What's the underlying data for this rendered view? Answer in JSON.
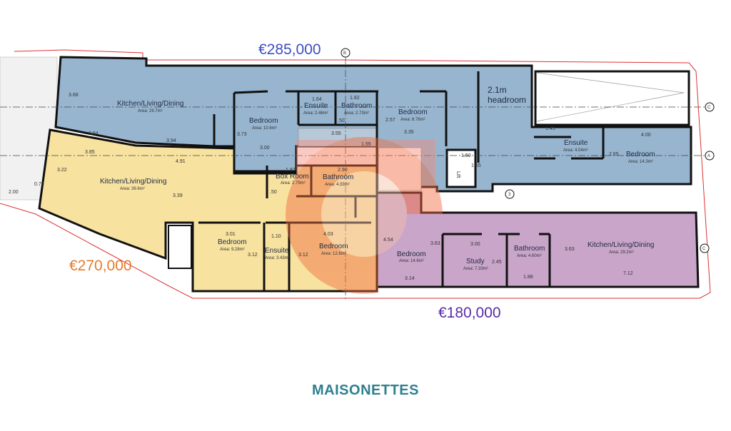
{
  "colors": {
    "unit_blue": "#97b5cf",
    "unit_yellow": "#f7e2a0",
    "unit_purple": "#c9a5c9",
    "price_blue": "#3d4fc3",
    "price_orange": "#e57b2c",
    "price_purple": "#5b2ba6",
    "title": "#2f7f8f",
    "logo": "#f26a3d"
  },
  "prices": {
    "blue": "€285,000",
    "yellow": "€270,000",
    "purple": "€180,000"
  },
  "title": "MAISONETTES",
  "grid_markers": [
    "B",
    "C",
    "A",
    "3",
    "C"
  ],
  "headroom": {
    "line1": "2.1m",
    "line2": "headroom"
  },
  "lift": "Lift",
  "blue_unit": {
    "rooms": [
      {
        "name": "Kitchen/Living/Dining",
        "area": "Area: 29.7m²"
      },
      {
        "name": "Bedroom",
        "area": "Area: 10.6m²"
      },
      {
        "name": "Ensuite",
        "area": "Area: 2.46m²"
      },
      {
        "name": "Bathroom",
        "area": "Area: 2.73m²"
      },
      {
        "name": "Bedroom",
        "area": "Area: 8.76m²"
      },
      {
        "name": "Ensuite",
        "area": "Area: 4.04m²"
      },
      {
        "name": "Bedroom",
        "area": "Area: 14.3m²"
      }
    ],
    "dims": [
      "3.68",
      "3.84",
      "3.94",
      "3.73",
      "3.00",
      "1.64",
      "1.82",
      "3.55",
      "1.55",
      "2.57",
      "3.35",
      "4.00",
      "2.65",
      "1.50",
      "1.55",
      "1.45",
      ".50"
    ]
  },
  "yellow_unit": {
    "rooms": [
      {
        "name": "Kitchen/Living/Dining",
        "area": "Area: 39.6m²"
      },
      {
        "name": "Box Room",
        "area": "Area: 2.79m²"
      },
      {
        "name": "Bathroom",
        "area": "Area: 4.33m²"
      },
      {
        "name": "Bedroom",
        "area": "Area: 9.28m²"
      },
      {
        "name": "Ensuite",
        "area": "Area: 3.43m²"
      },
      {
        "name": "Bedroom",
        "area": "Area: 12.6m²"
      }
    ],
    "dims": [
      "3.85",
      "4.91",
      "3.22",
      "3.39",
      "1.87",
      "2.90",
      "3.01",
      "3.12",
      "1.10",
      "4.03",
      "3.12",
      "0.76",
      "2.00",
      ".50"
    ]
  },
  "purple_unit": {
    "rooms": [
      {
        "name": "Bedroom",
        "area": "Area: 14.6m²"
      },
      {
        "name": "Study",
        "area": "Area: 7.33m²"
      },
      {
        "name": "Bathroom",
        "area": "Area: 4.60m²"
      },
      {
        "name": "Kitchen/Living/Dining",
        "area": "Area: 29.2m²"
      }
    ],
    "dims": [
      "4.54",
      "3.63",
      "3.14",
      "3.00",
      "2.45",
      "1.88",
      "3.63",
      "7.12"
    ]
  }
}
